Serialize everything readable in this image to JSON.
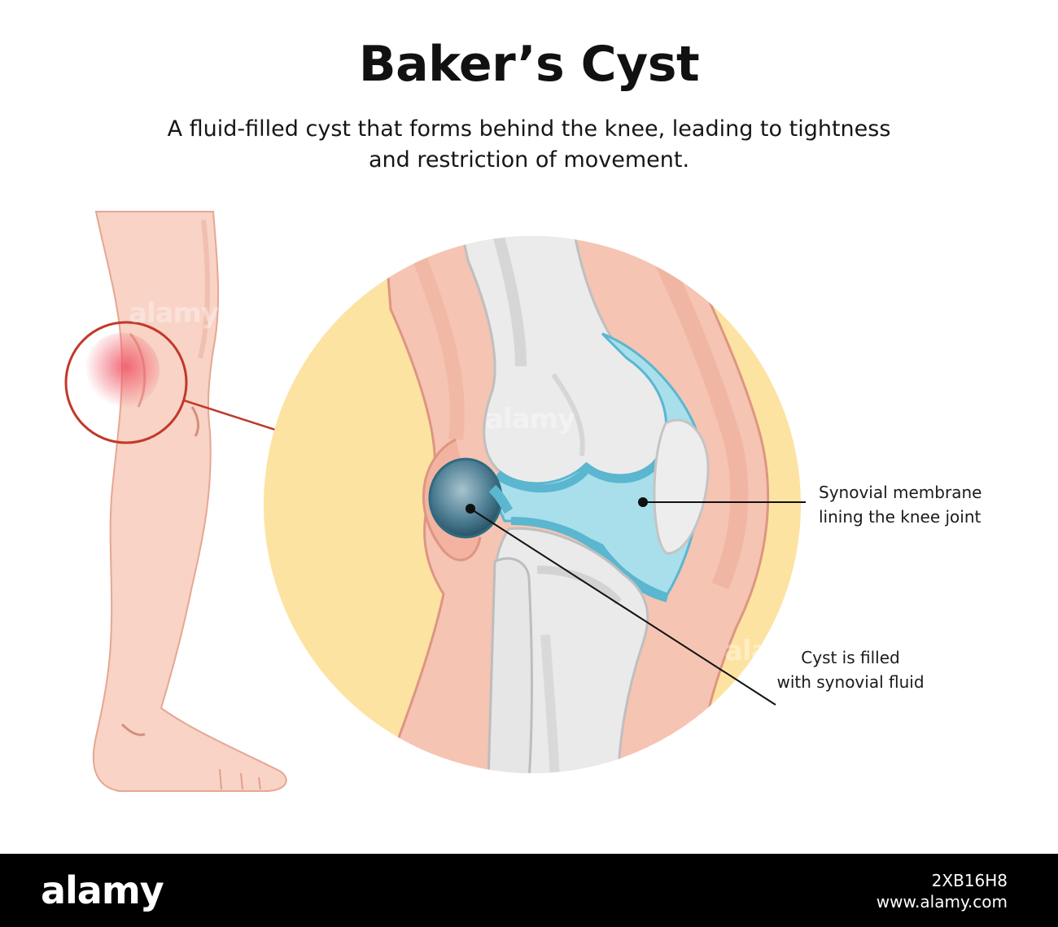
{
  "title": "Baker’s Cyst",
  "subtitle": {
    "line1": "A fluid-filled cyst that forms behind the knee, leading to tightness",
    "line2": "and restriction of movement."
  },
  "labels": {
    "synovial_membrane": {
      "line1": "Synovial membrane",
      "line2": "lining the knee joint"
    },
    "cyst_fluid": {
      "line1": "Cyst is filled",
      "line2": "with synovial fluid"
    }
  },
  "watermark": "alamy",
  "footer": {
    "logo": "alamy",
    "image_id": "2XB16H8",
    "site": "www.alamy.com"
  },
  "colors": {
    "circle_bg": "#fde3a1",
    "skin": "#f7d0c3",
    "skin_dark": "#eeb09d",
    "bone": "#e9e9e9",
    "membrane": "#9ad8e6",
    "membrane_edge": "#5bb6d0",
    "cyst": "#4a7c92",
    "highlight_ring": "#c0392b"
  }
}
